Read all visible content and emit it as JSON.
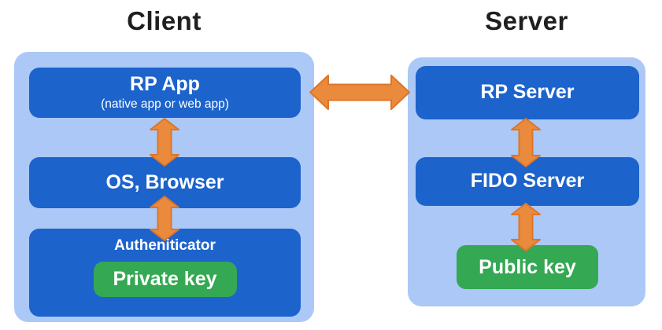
{
  "diagram": {
    "client": {
      "title": "Client",
      "rp_app": {
        "label": "RP App",
        "sublabel": "(native app or web app)"
      },
      "os_browser": {
        "label": "OS, Browser"
      },
      "authenticator": {
        "label": "Autheniticator",
        "private_key": {
          "label": "Private key"
        }
      }
    },
    "server": {
      "title": "Server",
      "rp_server": {
        "label": "RP Server"
      },
      "fido_server": {
        "label": "FIDO Server"
      },
      "public_key": {
        "label": "Public key"
      }
    },
    "arrows": {
      "client_server": "bidirectional-horizontal",
      "rp_app_os_browser": "bidirectional-vertical",
      "os_browser_authenticator": "bidirectional-vertical",
      "rp_server_fido_server": "bidirectional-vertical",
      "fido_server_public_key": "bidirectional-vertical"
    },
    "colors": {
      "panel_light_blue": "#abc8f7",
      "box_dark_blue": "#1c63cc",
      "key_green": "#34a853",
      "arrow_orange": "#ea8a3d",
      "arrow_orange_border": "#de7527",
      "title_text": "#1f1f1f",
      "box_text": "#ffffff"
    }
  }
}
